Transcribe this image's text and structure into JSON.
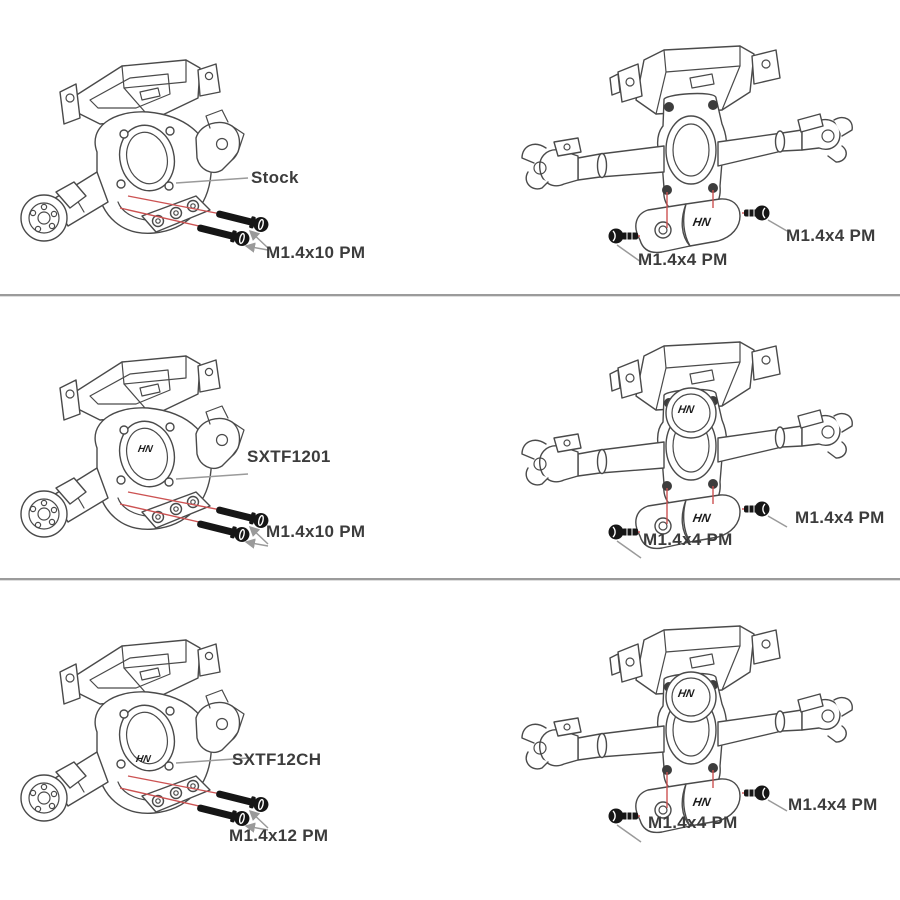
{
  "colors": {
    "background": "#ffffff",
    "line_ink": "#4a4a4a",
    "red_guide": "#cc5252",
    "leader_gray": "#9a9a9a",
    "label_text": "#3c3c3c",
    "screw_black": "#161616"
  },
  "logos": {
    "hn": "HN"
  },
  "rows": [
    {
      "name": "stock",
      "left": {
        "part_label": "Stock",
        "screw_label": "M1.4x10 PM"
      },
      "right": {
        "screw_label_right": "M1.4x4 PM",
        "screw_label_bottom": "M1.4x4 PM"
      }
    },
    {
      "name": "sxtf1201",
      "left": {
        "part_label": "SXTF1201",
        "screw_label": "M1.4x10 PM"
      },
      "right": {
        "screw_label_right": "M1.4x4 PM",
        "screw_label_bottom": "M1.4x4 PM"
      }
    },
    {
      "name": "sxtf12ch",
      "left": {
        "part_label": "SXTF12CH",
        "screw_label": "M1.4x12 PM"
      },
      "right": {
        "screw_label_right": "M1.4x4 PM",
        "screw_label_bottom": "M1.4x4 PM"
      }
    }
  ]
}
